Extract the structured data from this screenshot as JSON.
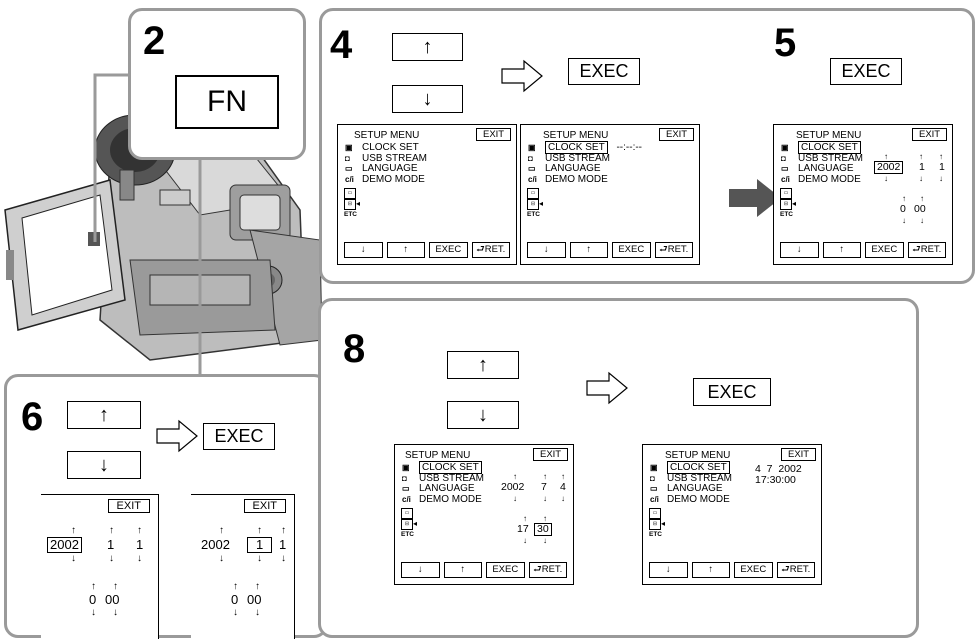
{
  "steps": {
    "s2": "2",
    "s4": "4",
    "s5": "5",
    "s6": "6",
    "s8": "8"
  },
  "keys": {
    "fn": "FN",
    "exec": "EXEC",
    "up": "↑",
    "down": "↓"
  },
  "menu": {
    "title": "SETUP MENU",
    "exit": "EXIT",
    "items": [
      "CLOCK SET",
      "USB STREAM",
      "LANGUAGE",
      "DEMO MODE"
    ],
    "etc": "ETC",
    "buttons": [
      "↓",
      "↑",
      "EXEC",
      "RET."
    ],
    "clock_blank": "--:--:--"
  },
  "values": {
    "year": "2002",
    "one": "1",
    "zero": "0",
    "zero2": "00",
    "m7": "7",
    "d4": "4",
    "h17": "17",
    "min30": "30",
    "date_final": "4  7  2002",
    "time_final": "17:30:00"
  },
  "colors": {
    "panel_border": "#9a9a9a",
    "arrow_fill": "#555555"
  }
}
